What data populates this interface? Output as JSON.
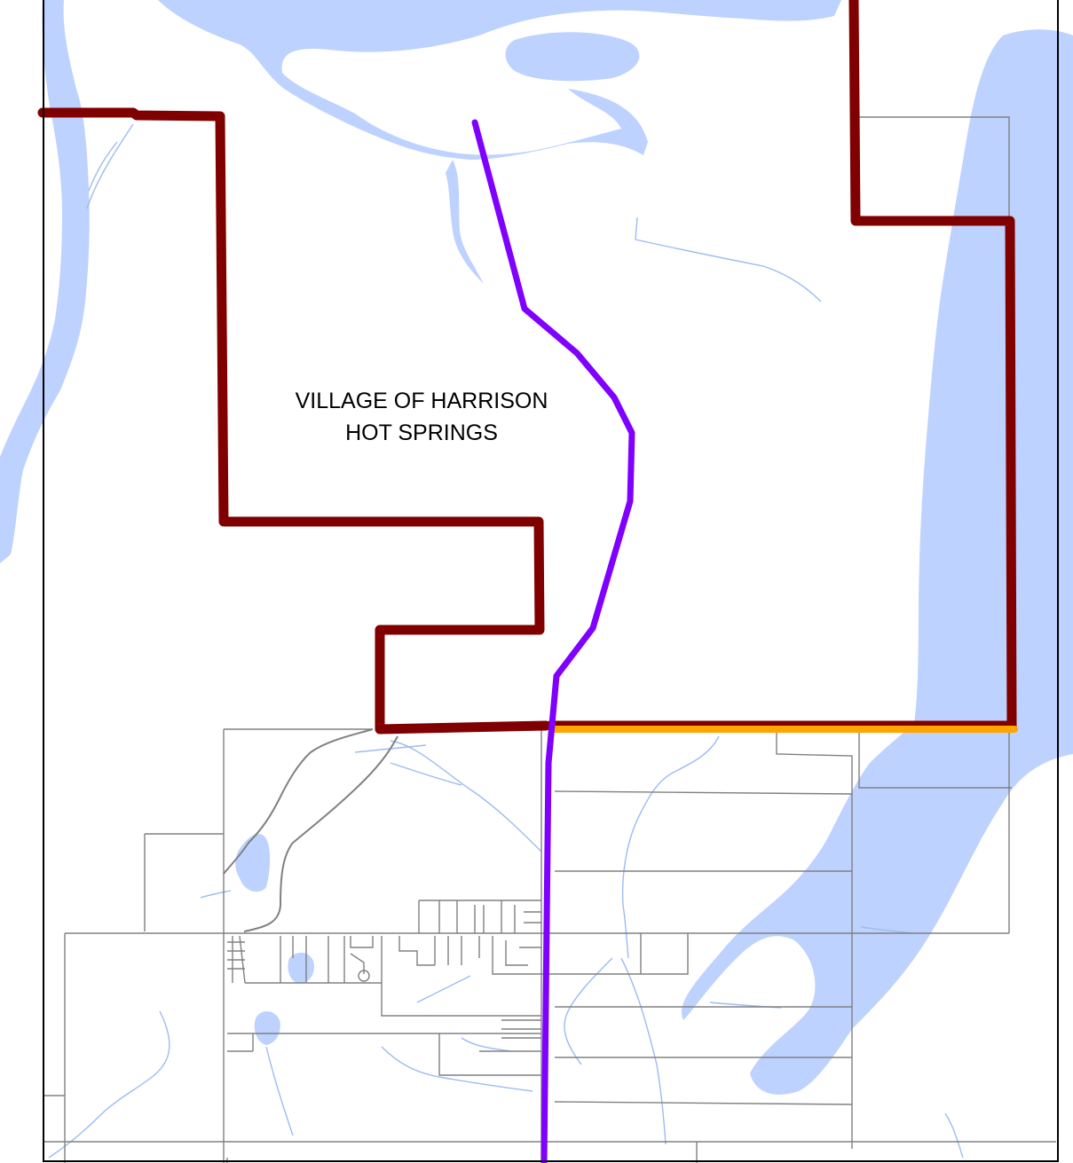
{
  "map": {
    "label": {
      "line1": "VILLAGE OF HARRISON",
      "line2": "HOT SPRINGS"
    },
    "colors": {
      "water": "#bed2ff",
      "stream": "#9ebbf0",
      "boundary": "#800000",
      "highway": "#8000ff",
      "highlight_segment": "#ffa500",
      "parcel": "#808080",
      "frame": "#000000",
      "background": "#ffffff"
    },
    "layers": [
      "water",
      "streams",
      "parcels",
      "municipal-boundary",
      "highway",
      "highlighted-boundary-segment",
      "map-frame"
    ]
  }
}
